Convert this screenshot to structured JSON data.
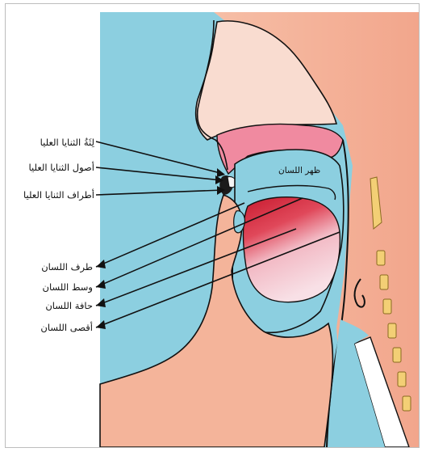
{
  "labels": {
    "upper_gum": "لِثَةُ الثنايا العليا",
    "roots_upper_incisors": "أصول الثنايا العليا",
    "tips_upper_incisors": "أطراف الثنايا العليا",
    "tongue_tip": "طرف اللسان",
    "tongue_middle": "وسط اللسان",
    "tongue_edge": "حافة اللسان",
    "tongue_back": "أقصى اللسان",
    "tongue_dorsum": "ظهر اللسان"
  },
  "colors": {
    "skin": "#f4b49a",
    "blue": "#8ccfe0",
    "nasal": "#f9dcd0",
    "palate": "#f08aa0",
    "tongue_red": "#d8283a",
    "tongue_light": "#f6d2da",
    "vertebra": "#f3cf75",
    "outline": "#111111"
  }
}
